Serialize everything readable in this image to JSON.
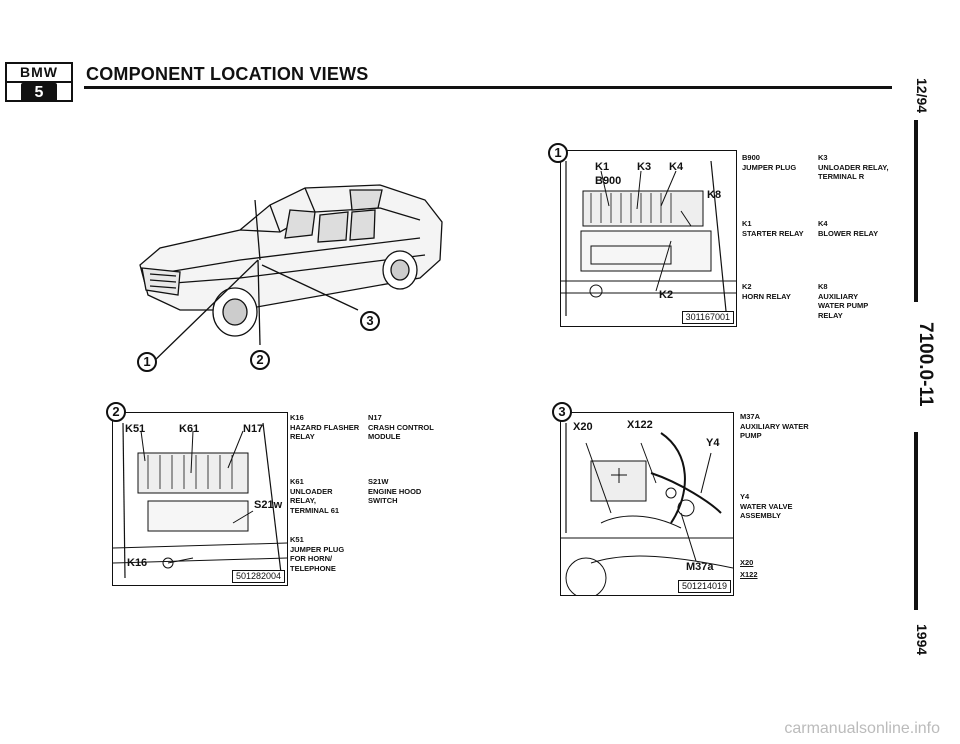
{
  "header": {
    "logo_top": "BMW",
    "logo_bottom": "5",
    "title": "COMPONENT LOCATION VIEWS"
  },
  "side": {
    "date": "12/94",
    "page": "7100.0-11",
    "year": "1994"
  },
  "car": {
    "callouts": [
      "1",
      "2",
      "3"
    ]
  },
  "view1": {
    "num": "1",
    "pic_id": "301167001",
    "tags": [
      "K1",
      "K3",
      "K4",
      "B900",
      "K8",
      "K2"
    ],
    "labels": [
      {
        "code": "B900",
        "desc": "JUMPER PLUG"
      },
      {
        "code": "K3",
        "desc": "UNLOADER RELAY, TERMINAL R"
      },
      {
        "code": "K1",
        "desc": "STARTER RELAY"
      },
      {
        "code": "K4",
        "desc": "BLOWER RELAY"
      },
      {
        "code": "K2",
        "desc": "HORN RELAY"
      },
      {
        "code": "K8",
        "desc": "AUXILIARY WATER PUMP RELAY"
      }
    ]
  },
  "view2": {
    "num": "2",
    "pic_id": "501282004",
    "tags": [
      "K51",
      "K61",
      "N17",
      "S21w",
      "K16"
    ],
    "labels": [
      {
        "code": "K16",
        "desc": "HAZARD FLASHER RELAY"
      },
      {
        "code": "N17",
        "desc": "CRASH CONTROL MODULE"
      },
      {
        "code": "K61",
        "desc": "UNLOADER RELAY, TERMINAL 61"
      },
      {
        "code": "S21w",
        "desc": "ENGINE HOOD SWITCH"
      },
      {
        "code": "K51",
        "desc": "JUMPER PLUG FOR HORN/ TELEPHONE"
      }
    ]
  },
  "view3": {
    "num": "3",
    "pic_id": "501214019",
    "tags": [
      "X20",
      "X122",
      "Y4",
      "M37a"
    ],
    "labels": [
      {
        "code": "M37a",
        "desc": "AUXILIARY WATER PUMP"
      },
      {
        "code": "Y4",
        "desc": "WATER VALVE ASSEMBLY"
      },
      {
        "code": "X20",
        "desc": ""
      },
      {
        "code": "X122",
        "desc": ""
      }
    ]
  },
  "watermark": "carmanualsonline.info"
}
